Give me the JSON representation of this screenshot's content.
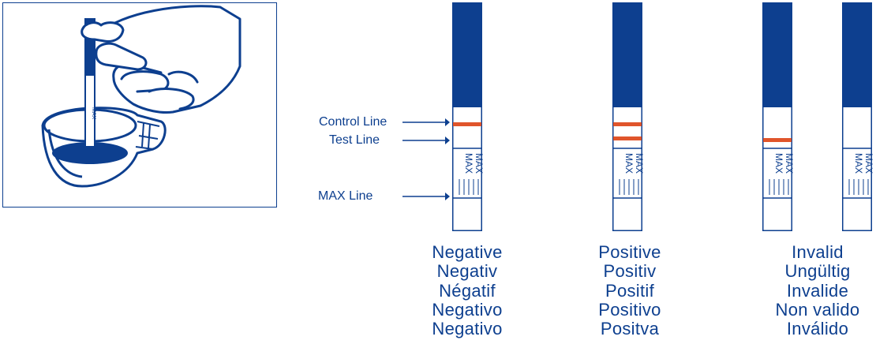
{
  "labels": {
    "control_line": "Control Line",
    "test_line": "Test Line",
    "max_line": "MAX Line"
  },
  "strip_marking": "MAX",
  "illustration": {
    "strip_marking": "MAX"
  },
  "results": [
    {
      "names": [
        "Negative",
        "Negativ",
        "Négatif",
        "Negativo",
        "Negativo"
      ]
    },
    {
      "names": [
        "Positive",
        "Positiv",
        "Positif",
        "Positivo",
        "Positva"
      ]
    },
    {
      "names": [
        "Invalid",
        "Ungültig",
        "Invalide",
        "Non valido",
        "Inválido"
      ]
    }
  ],
  "colors": {
    "navy": "#0d3f8f",
    "line_red": "#e0552b",
    "white": "#ffffff"
  },
  "icons": [
    "hand-holding-strip-icon",
    "cup-icon",
    "arrow-right-icon"
  ]
}
